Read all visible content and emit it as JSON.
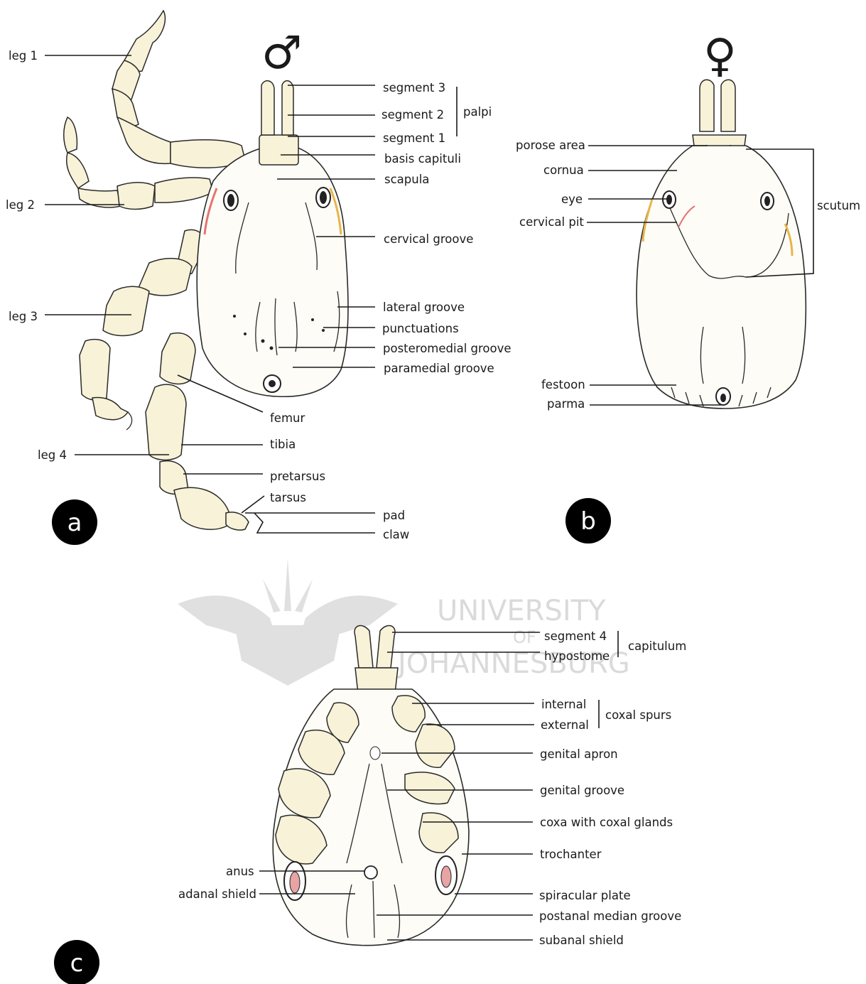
{
  "panels": {
    "a": {
      "letter": "a",
      "sex_symbol": "♂",
      "labels": {
        "leg1": "leg 1",
        "leg2": "leg 2",
        "leg3": "leg 3",
        "leg4": "leg 4",
        "segment3": "segment 3",
        "segment2": "segment 2",
        "segment1": "segment 1",
        "palpi": "palpi",
        "basis_capituli": "basis capituli",
        "scapula": "scapula",
        "cervical_groove": "cervical groove",
        "lateral_groove": "lateral groove",
        "punctuations": "punctuations",
        "posteromedial_groove": "posteromedial groove",
        "paramedial_groove": "paramedial groove",
        "femur": "femur",
        "tibia": "tibia",
        "pretarsus": "pretarsus",
        "tarsus": "tarsus",
        "pad": "pad",
        "claw": "claw"
      }
    },
    "b": {
      "letter": "b",
      "sex_symbol": "♀",
      "labels": {
        "porose_area": "porose area",
        "cornua": "cornua",
        "eye": "eye",
        "cervical_pit": "cervical pit",
        "scutum": "scutum",
        "festoon": "festoon",
        "parma": "parma"
      }
    },
    "c": {
      "letter": "c",
      "labels": {
        "segment4": "segment 4",
        "hypostome": "hypostome",
        "capitulum": "capitulum",
        "internal": "internal",
        "external": "external",
        "coxal_spurs": "coxal spurs",
        "genital_apron": "genital apron",
        "genital_groove": "genital groove",
        "coxa_with_coxal_glands": "coxa with coxal glands",
        "trochanter": "trochanter",
        "anus": "anus",
        "adanal_shield": "adanal shield",
        "spiracular_plate": "spiracular plate",
        "postanal_median_groove": "postanal median groove",
        "subanal_shield": "subanal shield"
      }
    }
  },
  "watermark": {
    "line1": "UNIVERSITY",
    "line2": "OF",
    "line3": "JOHANNESBURG"
  },
  "colors": {
    "ink": "#1a1a1a",
    "body_fill": "#fdfcf6",
    "leg_fill": "#f7f2d8",
    "ochre": "#e7b54a",
    "green": "#2e7d32",
    "pink": "#e57373",
    "watermark": "#bdbdbd"
  }
}
